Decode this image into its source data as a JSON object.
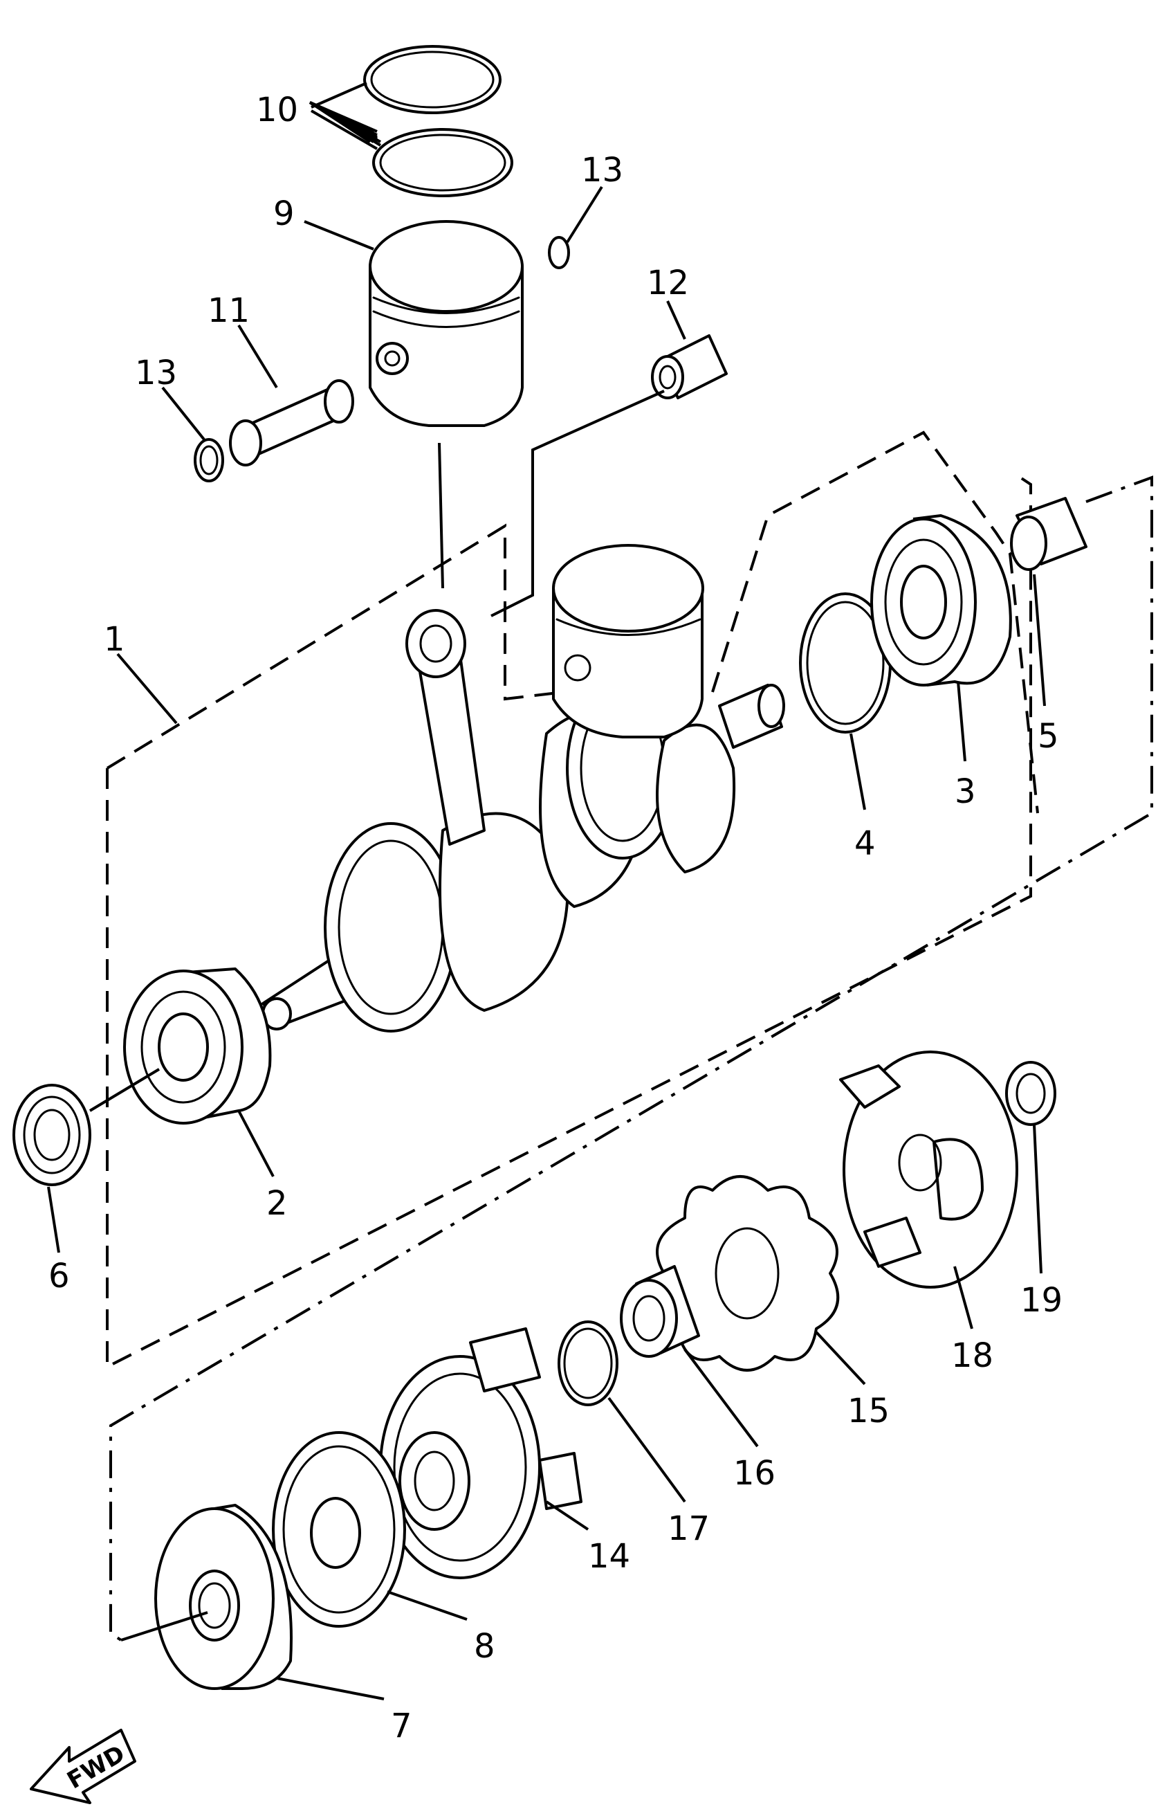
{
  "callouts": {
    "c1": "1",
    "c2": "2",
    "c3": "3",
    "c4": "4",
    "c5": "5",
    "c6": "6",
    "c7": "7",
    "c8": "8",
    "c9": "9",
    "c10": "10",
    "c11": "11",
    "c12": "12",
    "c13a": "13",
    "c13b": "13",
    "c14": "14",
    "c15": "15",
    "c16": "16",
    "c17": "17",
    "c18": "18",
    "c19": "19"
  },
  "fwd_label": "FWD"
}
